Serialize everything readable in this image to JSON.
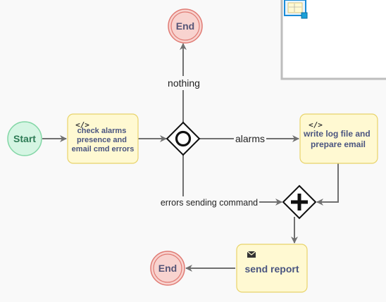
{
  "diagram": {
    "nodes": {
      "start": {
        "label": "Start"
      },
      "end_top": {
        "label": "End"
      },
      "end_bottom": {
        "label": "End"
      },
      "task_check": {
        "label_lines": [
          "check alarms",
          "presence and",
          "email cmd errors"
        ],
        "icon": "code-icon"
      },
      "task_write": {
        "label_lines": [
          "write log file and",
          "prepare email"
        ],
        "icon": "code-icon"
      },
      "task_send": {
        "label": "send report",
        "icon": "envelope-icon"
      },
      "gateway_inclusive": {
        "type": "inclusive-gateway"
      },
      "gateway_parallel": {
        "type": "parallel-gateway"
      }
    },
    "edges": {
      "nothing": "nothing",
      "alarms": "alarms",
      "errors": "errors sending command"
    }
  },
  "colors": {
    "start_fill": "#d5f5e3",
    "start_stroke": "#82d6a5",
    "start_text": "#2c7a54",
    "end_fill": "#f8d3cf",
    "end_stroke": "#e07b74",
    "end_text": "#555577",
    "task_fill": "#fff9d2",
    "task_stroke": "#e8d36a",
    "task_text": "#4a5580",
    "edge": "#707070"
  }
}
